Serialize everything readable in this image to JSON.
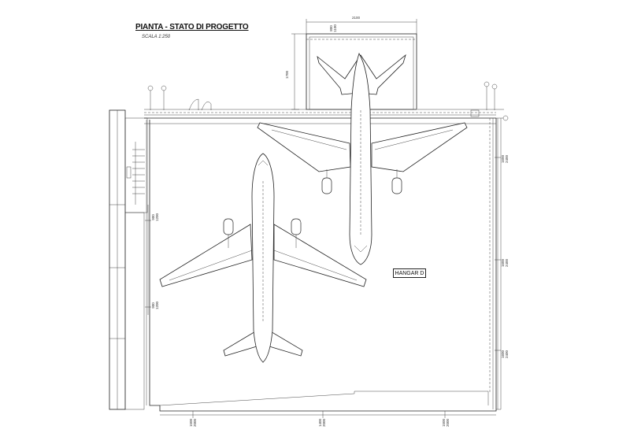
{
  "title": "PIANTA - STATO DI PROGETTO",
  "scale": "SCALA 1:250",
  "hangar_label": "HANGAR D",
  "dimensions": {
    "top_width": "2100",
    "top_height": "1700",
    "left_1": "900",
    "left_1b": "1200",
    "left_2": "900",
    "left_2b": "1200",
    "right_1": "1600",
    "right_1b": "2400",
    "right_2": "1600",
    "right_2b": "2400",
    "right_3": "1600",
    "right_3b": "2400",
    "bottom_1": "1500",
    "bottom_1b": "2000",
    "bottom_2": "1400",
    "bottom_2b": "2000",
    "bottom_3": "1500",
    "bottom_3b": "2000",
    "top_small": "800",
    "top_smallb": "1100"
  }
}
